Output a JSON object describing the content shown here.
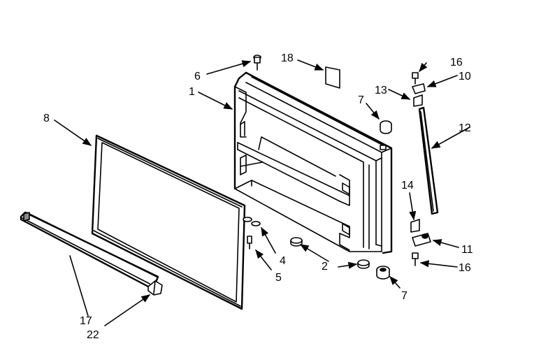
{
  "diagram": {
    "parts": [
      {
        "id": "p1",
        "label": "1"
      },
      {
        "id": "p2",
        "label": "2"
      },
      {
        "id": "p4",
        "label": "4"
      },
      {
        "id": "p5",
        "label": "5"
      },
      {
        "id": "p6",
        "label": "6"
      },
      {
        "id": "p7a",
        "label": "7"
      },
      {
        "id": "p7b",
        "label": "7"
      },
      {
        "id": "p8",
        "label": "8"
      },
      {
        "id": "p10",
        "label": "10"
      },
      {
        "id": "p11",
        "label": "11"
      },
      {
        "id": "p12",
        "label": "12"
      },
      {
        "id": "p13",
        "label": "13"
      },
      {
        "id": "p14",
        "label": "14"
      },
      {
        "id": "p16a",
        "label": "16"
      },
      {
        "id": "p16b",
        "label": "16"
      },
      {
        "id": "p17",
        "label": "17"
      },
      {
        "id": "p18",
        "label": "18"
      },
      {
        "id": "p22",
        "label": "22"
      }
    ]
  }
}
